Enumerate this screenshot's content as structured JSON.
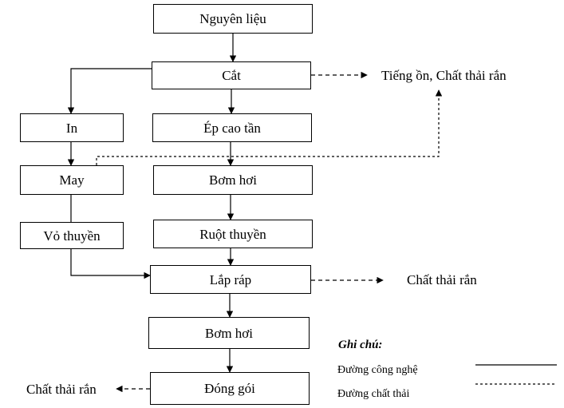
{
  "nodes": {
    "nguyen_lieu": "Nguyên liệu",
    "cat": "Cắt",
    "in": "In",
    "ep_cao_tan": "Ép cao tần",
    "may": "May",
    "bom_hoi_1": "Bơm hơi",
    "vo_thuyen": "Vỏ thuyền",
    "ruot_thuyen": "Ruột thuyền",
    "lap_rap": "Lắp ráp",
    "bom_hoi_2": "Bơm hơi",
    "dong_goi": "Đóng gói"
  },
  "outputs": {
    "cat_waste": "Tiếng ồn, Chất thải rắn",
    "lap_rap_waste": "Chất thải rắn",
    "dong_goi_waste": "Chất thải rắn"
  },
  "legend": {
    "title": "Ghi chú:",
    "process_line": "Đường công nghệ",
    "waste_line": "Đường chất thải"
  }
}
